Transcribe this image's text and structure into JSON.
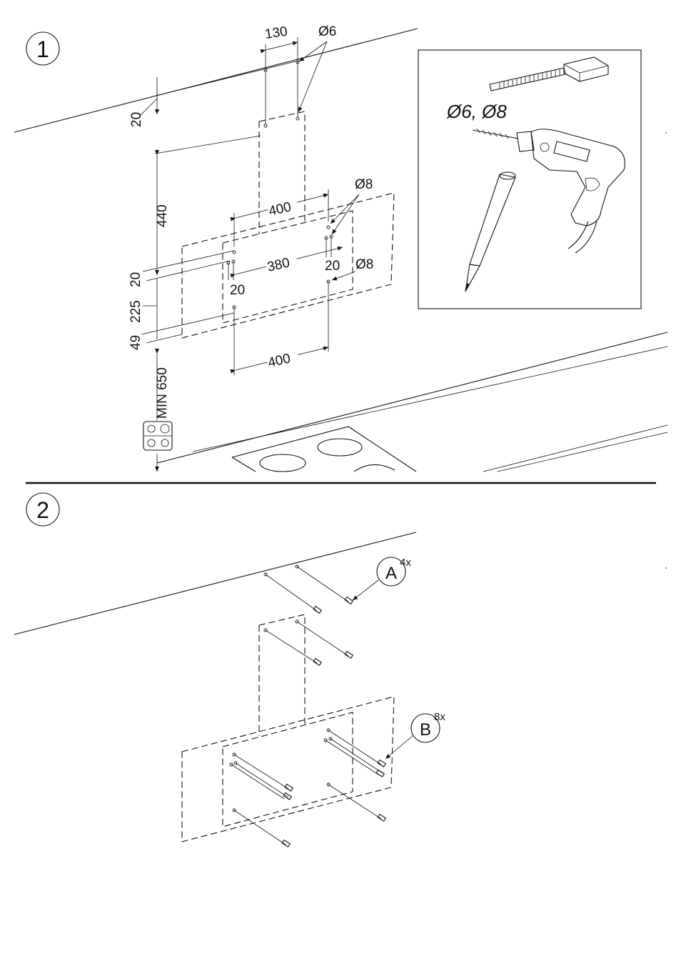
{
  "step1": {
    "number": "1",
    "dims": {
      "d130": "130",
      "phi6": "Ø6",
      "d20_top": "20",
      "d440": "440",
      "d400_top": "400",
      "phi8_top": "Ø8",
      "d380": "380",
      "d20_right": "20",
      "phi8_mid": "Ø8",
      "d20_left": "20",
      "d20_v": "20",
      "d225": "225",
      "d49": "49",
      "d400_bottom": "400",
      "min650": "MIN 650"
    },
    "tools": {
      "drill_sizes": "Ø6, Ø8"
    }
  },
  "step2": {
    "number": "2",
    "callout_a": {
      "letter": "A",
      "qty": "4x"
    },
    "callout_b": {
      "letter": "B",
      "qty": "8x"
    }
  },
  "colors": {
    "line": "#111111",
    "background": "#ffffff"
  }
}
